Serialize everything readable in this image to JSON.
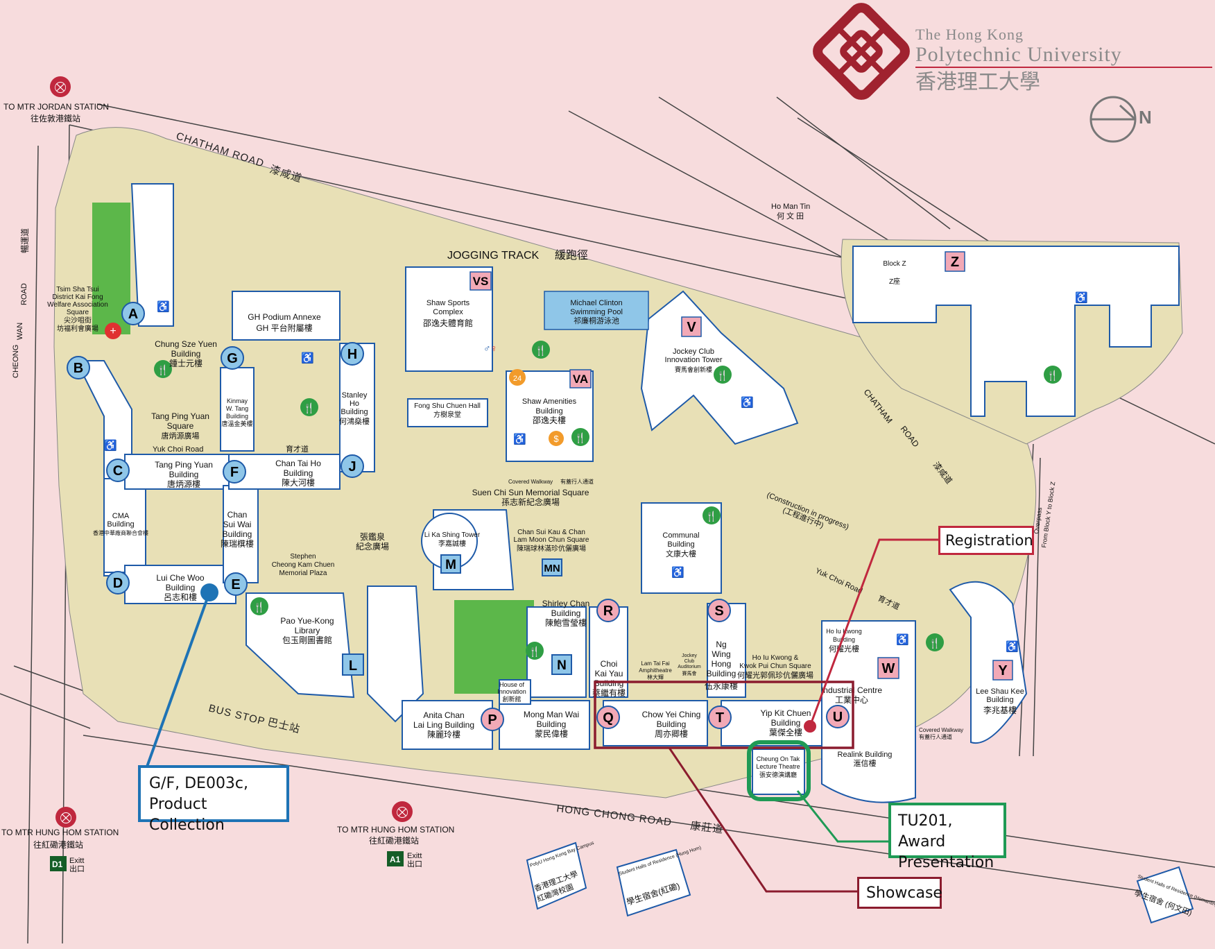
{
  "logo": {
    "line1": "The Hong Kong",
    "line2": "Polytechnic University",
    "chinese": "香港理工大學",
    "colors": {
      "maroon": "#a0222f",
      "grey": "#8a8a8a"
    }
  },
  "north": {
    "label": "N"
  },
  "colors": {
    "background": "#f7dcdd",
    "campus": "#e8e0b6",
    "building": "#ffffff",
    "building_side": "#1e5aa8",
    "letter_blue": "#8fc6e8",
    "letter_red": "#f2a9b6",
    "green": "#5cb74a",
    "road_line": "#444444",
    "registration": "#c0283e",
    "showcase": "#8b1c2e",
    "award": "#1f9a55",
    "product": "#1e73b5"
  },
  "stations": [
    {
      "label": "TO MTR JORDAN STATION",
      "label_zh": "往佐敦港鐵站"
    },
    {
      "label": "TO MTR HUNG HOM STATION",
      "label_zh": "往紅磡港鐵站",
      "exit_code": "D1",
      "exit": "Exitt",
      "exit_zh": "出口"
    },
    {
      "label": "TO MTR HUNG HOM STATION",
      "label_zh": "往紅磡港鐵站",
      "exit_code": "A1",
      "exit": "Exitt",
      "exit_zh": "出口"
    }
  ],
  "roads": {
    "chatham": "CHATHAM ROAD",
    "chatham_zh": "漆咸道",
    "chatham_right": "CHATHAM",
    "chatham_right2": "ROAD",
    "chatham_right_zh": "漆咸道",
    "cheong_wan": "CHEONG",
    "cheong_wan2": "WAN",
    "cheong_wan3": "ROAD",
    "cheong_wan_zh": "暢運道",
    "hong_chong": "HONG CHONG ROAD",
    "hong_chong_zh": "康莊道",
    "bus_stop": "BUS STOP",
    "bus_stop_zh": "巴士站",
    "ho_man_tin": "Ho Man Tin",
    "ho_man_tin_zh": "何 文 田",
    "jogging": "JOGGING TRACK",
    "jogging_zh": "緩跑徑",
    "yuk_choi": "Yuk Choi Road",
    "yuk_choi_zh": "育才道",
    "yuk_choi_r": "Yuk Choi Road",
    "yuk_choi_r_zh": "育才道",
    "construction": "(Construction in progress)",
    "construction_zh": "(工程進行中)",
    "overpass": "Overpass",
    "overpass2": "From Block Y to Block Z",
    "covered": "Covered Walkway",
    "covered_zh": "有蓋行人通道",
    "covered2": "Covered Walkway",
    "covered2_zh": "有蓋行人通道"
  },
  "buildings": [
    {
      "key": "A",
      "name": "Chung Sze Yuen",
      "name2": "Building",
      "zh": "鍾士元樓"
    },
    {
      "key": "B",
      "name": "",
      "zh": ""
    },
    {
      "key": "CMA",
      "name": "CMA",
      "name2": "Building",
      "zh": "香港中華廠商聯合會樓"
    },
    {
      "key": "C",
      "name": "Tang Ping Yuan",
      "name2": "Building",
      "zh": "唐炳源樓"
    },
    {
      "key": "D",
      "name": "Lui Che Woo",
      "name2": "Building",
      "zh": "呂志和樓"
    },
    {
      "key": "E",
      "name": "Chan",
      "name2": "Sui Wai",
      "name3": "Building",
      "zh": "陳瑞檱樓"
    },
    {
      "key": "F",
      "name": "Chan Tai Ho",
      "name2": "Building",
      "zh": "陳大河樓"
    },
    {
      "key": "G",
      "name": "GH Podium Annexe",
      "zh": "GH 平台附屬樓"
    },
    {
      "key": "H",
      "name": "Stanley",
      "name2": "Ho",
      "name3": "Building",
      "zh": "何鴻燊樓"
    },
    {
      "key": "KW",
      "name": "Kinmay",
      "name2": "W. Tang",
      "name3": "Building",
      "zh": "唐溫金美樓"
    },
    {
      "key": "L",
      "name": "Pao Yue-Kong",
      "name2": "Library",
      "zh": "包玉剛圖書館"
    },
    {
      "key": "M",
      "name": "Li Ka Shing Tower",
      "zh": "李嘉誠樓"
    },
    {
      "key": "MN",
      "name": "Chan Sui Kau & Chan",
      "name2": "Lam Moon Chun Square",
      "zh": "陳瑞球林滿珍伉儷廣場"
    },
    {
      "key": "N",
      "name": "Shirley Chan",
      "name2": "Building",
      "zh": "陳鮑雪瑩樓"
    },
    {
      "key": "P",
      "name": "Anita Chan",
      "name2": "Lai Ling Building",
      "zh": "陳麗玲樓"
    },
    {
      "key": "P2",
      "name": "Mong Man Wai",
      "name2": "Building",
      "zh": "蒙民偉樓"
    },
    {
      "key": "Q",
      "name": "Chow Yei Ching",
      "name2": "Building",
      "zh": "周亦卿樓"
    },
    {
      "key": "R",
      "name": "Choi",
      "name2": "Kai Yau",
      "name3": "Building",
      "zh": "蔡繼有樓"
    },
    {
      "key": "S",
      "name": "Ng",
      "name2": "Wing",
      "name3": "Hong",
      "name4": "Building",
      "zh": "伍永康樓"
    },
    {
      "key": "T",
      "name": "Yip Kit Chuen",
      "name2": "Building",
      "zh": "葉傑全樓"
    },
    {
      "key": "U",
      "name": "Industrial Centre",
      "zh": "工業中心"
    },
    {
      "key": "V",
      "name": "Jockey Club",
      "name2": "Innovation Tower",
      "zh": "賽馬會創新樓"
    },
    {
      "key": "VA",
      "name": "Shaw Amenities",
      "name2": "Building",
      "zh": "邵逸夫樓"
    },
    {
      "key": "VS",
      "name": "Shaw Sports",
      "name2": "Complex",
      "zh": "邵逸夫體育館"
    },
    {
      "key": "W",
      "name": "Ho Iu Kwong",
      "name2": "Building",
      "zh": "何耀光樓"
    },
    {
      "key": "Y",
      "name": "Lee Shau Kee",
      "name2": "Building",
      "zh": "李兆基樓"
    },
    {
      "key": "Z",
      "name": "Block Z",
      "zh": "Z座"
    },
    {
      "key": "POOL",
      "name": "Michael Clinton",
      "name2": "Swimming Pool",
      "zh": "祁廉桐游泳池"
    },
    {
      "key": "FSC",
      "name": "Fong Shu Chuen Hall",
      "zh": "方樹泉堂"
    },
    {
      "key": "COMM",
      "name": "Communal",
      "name2": "Building",
      "zh": "文康大樓"
    },
    {
      "key": "REALINK",
      "name": "Realink Building",
      "zh": "滙信樓"
    },
    {
      "key": "CHEUNG",
      "name": "Cheung On Tak",
      "name2": "Lecture Theatre",
      "zh": "張安德演講廳"
    },
    {
      "key": "HOI",
      "name": "House of",
      "name2": "Innovation",
      "zh": "創新館"
    },
    {
      "key": "JCA",
      "name": "Jockey",
      "name2": "Club",
      "name3": "Auditorium",
      "zh": "賽馬會"
    },
    {
      "key": "LTF",
      "name": "Lam Tai Fai",
      "name2": "Amphitheatre",
      "zh": "林大輝"
    }
  ],
  "squares": {
    "tang": "Tang Ping Yuan",
    "tang2": "Square",
    "tang_zh": "唐炳源廣場",
    "suen": "Suen Chi Sun Memorial Square",
    "suen_zh": "孫志新紀念廣場",
    "cheung": "張鑑泉",
    "cheung_zh2": "紀念廣場",
    "stephen": "Stephen",
    "stephen2": "Cheong Kam Chuen",
    "stephen3": "Memorial Plaza",
    "hoiu": "Ho Iu Kwong &",
    "hoiu2": "Kwok Pui Chun Square",
    "hoiu_zh": "何耀光郭佩珍伉儷廣場",
    "tst": "Tsim Sha Tsui",
    "tst2": "District Kai Fong",
    "tst3": "Welfare Association",
    "tst4": "Square",
    "tst_zh": "尖沙咀街",
    "tst_zh2": "坊福利會廣場"
  },
  "callouts": {
    "registration": "Registration",
    "product_1": "G/F, DE003c,",
    "product_2": "Product Collection",
    "award_1": "TU201, Award",
    "award_2": "Presentation",
    "showcase": "Showcase"
  },
  "offsite": {
    "bay": "PolyU Hong Kong Bay Campus",
    "bay_zh": "香港理工大學",
    "bay_zh2": "紅磡灣校園",
    "halls": "Student Halls of Residence (Hung Hom)",
    "halls_zh": "學生宿舍(紅磡)",
    "homantin": "Student Halls of Residence (Homantin)",
    "homantin_zh": "學生宿舍 (何文田)"
  }
}
